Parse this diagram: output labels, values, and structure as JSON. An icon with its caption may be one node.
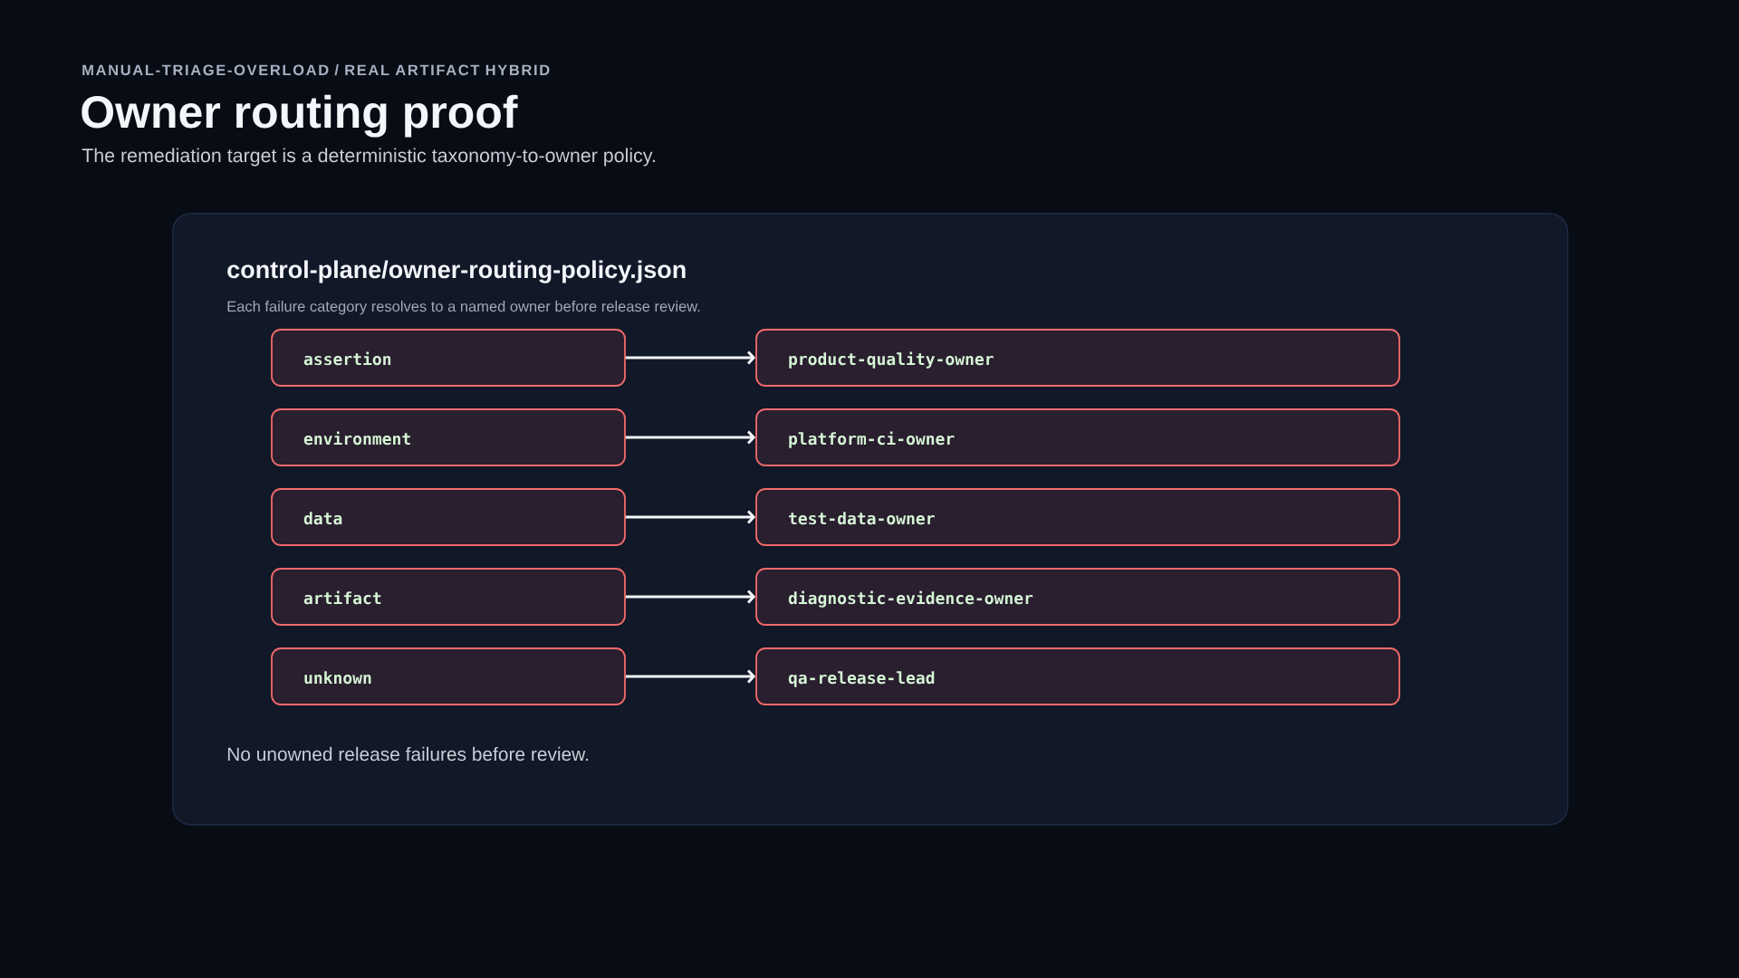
{
  "diagram": {
    "title": "Owner routing proof",
    "nodes": [
      {
        "text": [
          "control-plane/owner-routing-policy.json",
          "Each failure category resolves to a named owner before release review.",
          "No unowned release failures before review."
        ]
      },
      {
        "text": [
          "assertion"
        ],
        "in": 0
      },
      {
        "text": [
          "product-quality-owner"
        ],
        "in": 0
      },
      {
        "text": [
          "environment"
        ],
        "in": 0
      },
      {
        "text": [
          "platform-ci-owner"
        ],
        "in": 0
      },
      {
        "text": [
          "data"
        ],
        "in": 0
      },
      {
        "text": [
          "test-data-owner"
        ],
        "in": 0
      },
      {
        "text": [
          "artifact"
        ],
        "in": 0
      },
      {
        "text": [
          "diagnostic-evidence-owner"
        ],
        "in": 0
      },
      {
        "text": [
          "unknown"
        ],
        "in": 0
      },
      {
        "text": [
          "qa-release-lead"
        ],
        "in": 0
      }
    ],
    "edges": [
      {
        "from": 1,
        "to": 2,
        "arrow": "to"
      },
      {
        "from": 3,
        "to": 4,
        "arrow": "to"
      },
      {
        "from": 5,
        "to": 6,
        "arrow": "to"
      },
      {
        "from": 7,
        "to": 8,
        "arrow": "to"
      },
      {
        "from": 9,
        "to": 10,
        "arrow": "to"
      }
    ],
    "labels": [
      "MANUAL-TRIAGE-OVERLOAD / REAL ARTIFACT HYBRID",
      "The remediation target is a deterministic taxonomy-to-owner policy."
    ]
  }
}
